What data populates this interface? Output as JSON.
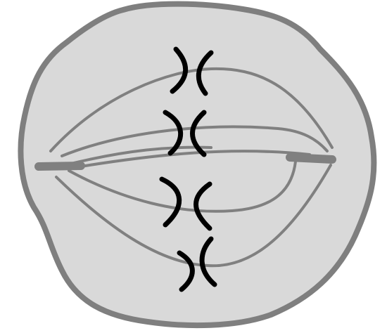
{
  "diagram": {
    "subject": "cell-with-spindle-and-chromosomes",
    "spindle_fiber_count": 6,
    "chromosome_count": 4,
    "pole_count": 2
  },
  "colors": {
    "background": "#ffffff",
    "cell_fill": "#d9d9d9",
    "cell_outline": "#7f7f7f",
    "spindle_fiber": "#808080",
    "centrosome": "#808080",
    "chromosome": "#000000"
  }
}
